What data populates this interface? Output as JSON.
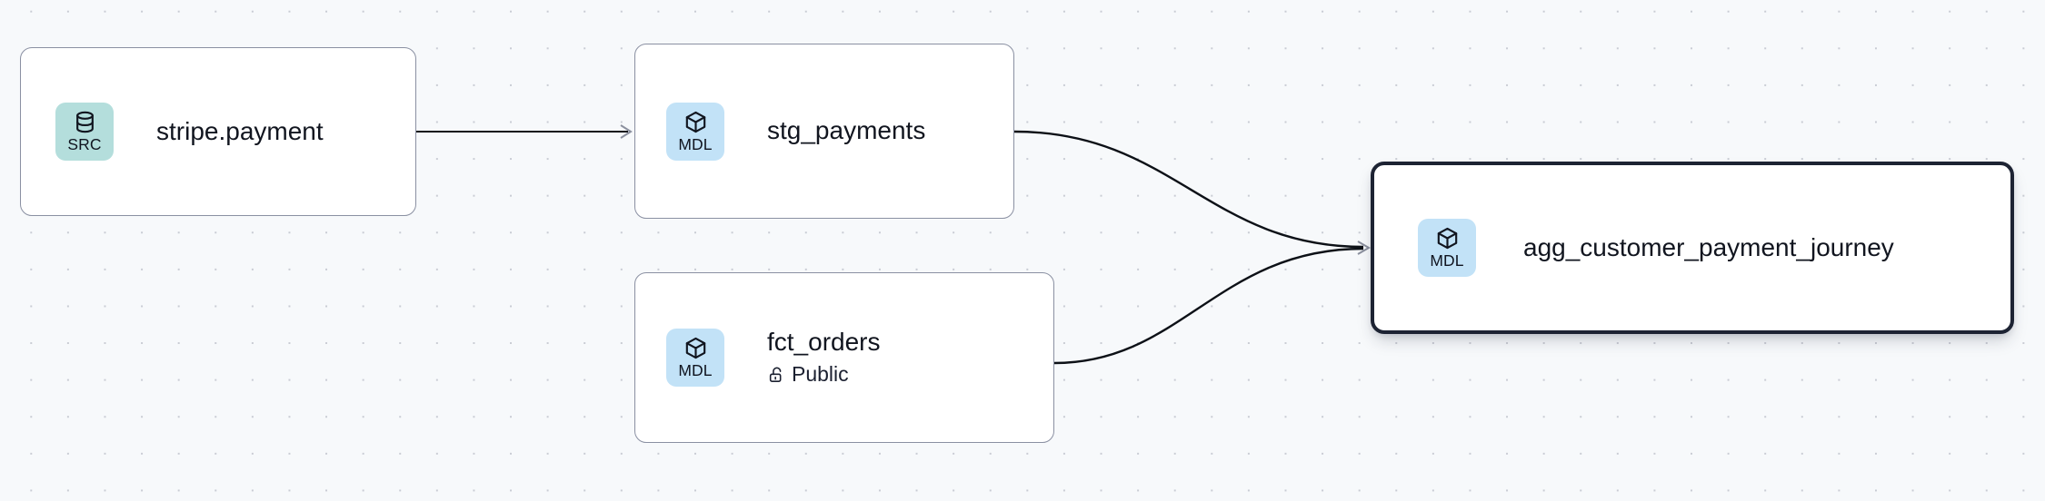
{
  "canvas": {
    "background_color": "#f7f9fb",
    "grid_dot_color": "#c9ccd4",
    "edge_color": "#0d1117",
    "arrowhead_color": "#8b909e"
  },
  "legend": {
    "source_badge_color": "#b4dedc",
    "model_badge_color": "#c2e2f7",
    "selected_border_color": "#1d2333",
    "default_border_color": "#8a90a2"
  },
  "nodes": [
    {
      "id": "stripe-payment",
      "title": "stripe.payment",
      "badge_label": "SRC",
      "badge_icon": "database-icon",
      "badge_type": "src",
      "selected": false,
      "subtitle": null,
      "subtitle_icon": null
    },
    {
      "id": "stg-payments",
      "title": "stg_payments",
      "badge_label": "MDL",
      "badge_icon": "cube-icon",
      "badge_type": "mdl",
      "selected": false,
      "subtitle": null,
      "subtitle_icon": null
    },
    {
      "id": "fct-orders",
      "title": "fct_orders",
      "badge_label": "MDL",
      "badge_icon": "cube-icon",
      "badge_type": "mdl",
      "selected": false,
      "subtitle": "Public",
      "subtitle_icon": "unlock-icon"
    },
    {
      "id": "agg-customer-payment-journey",
      "title": "agg_customer_payment_journey",
      "badge_label": "MDL",
      "badge_icon": "cube-icon",
      "badge_type": "mdl",
      "selected": true,
      "subtitle": null,
      "subtitle_icon": null
    }
  ],
  "edges": [
    {
      "id": "e1",
      "from": "stripe-payment",
      "to": "stg-payments",
      "style": "straight"
    },
    {
      "id": "e2",
      "from": "stg-payments",
      "to": "agg-customer-payment-journey",
      "style": "bezier"
    },
    {
      "id": "e3",
      "from": "fct-orders",
      "to": "agg-customer-payment-journey",
      "style": "bezier"
    }
  ]
}
